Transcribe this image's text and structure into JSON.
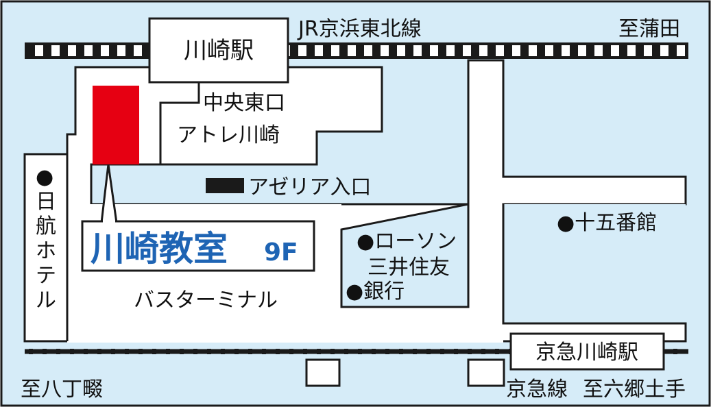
{
  "colors": {
    "water_bg": "#d6ecf8",
    "road": "#ffffff",
    "outline": "#1a1a1a",
    "highlight": "#e60012",
    "title": "#1e64b4"
  },
  "railways": {
    "jr_line": "JR京浜東北線",
    "to_kamata": "至蒲田",
    "keikyu_line": "京急線",
    "to_rokugodote": "至六郷土手",
    "to_hatchonawate": "至八丁畷"
  },
  "stations": {
    "jr": "川崎駅",
    "keikyu": "京急川崎駅"
  },
  "labels": {
    "central_east_exit": "中央東口",
    "atre": "アトレ川崎",
    "azalea": "アゼリア入口",
    "bus_terminal": "バスターミナル",
    "lawson": "●ローソン",
    "smbc_1": "三井住友",
    "smbc_2": "●銀行",
    "jugoban": "●十五番館",
    "nikko_1": "●",
    "nikko_2": "日",
    "nikko_3": "航",
    "nikko_4": "ホ",
    "nikko_5": "テ",
    "nikko_6": "ル"
  },
  "destination": {
    "name": "川崎教室",
    "floor": "9F"
  }
}
